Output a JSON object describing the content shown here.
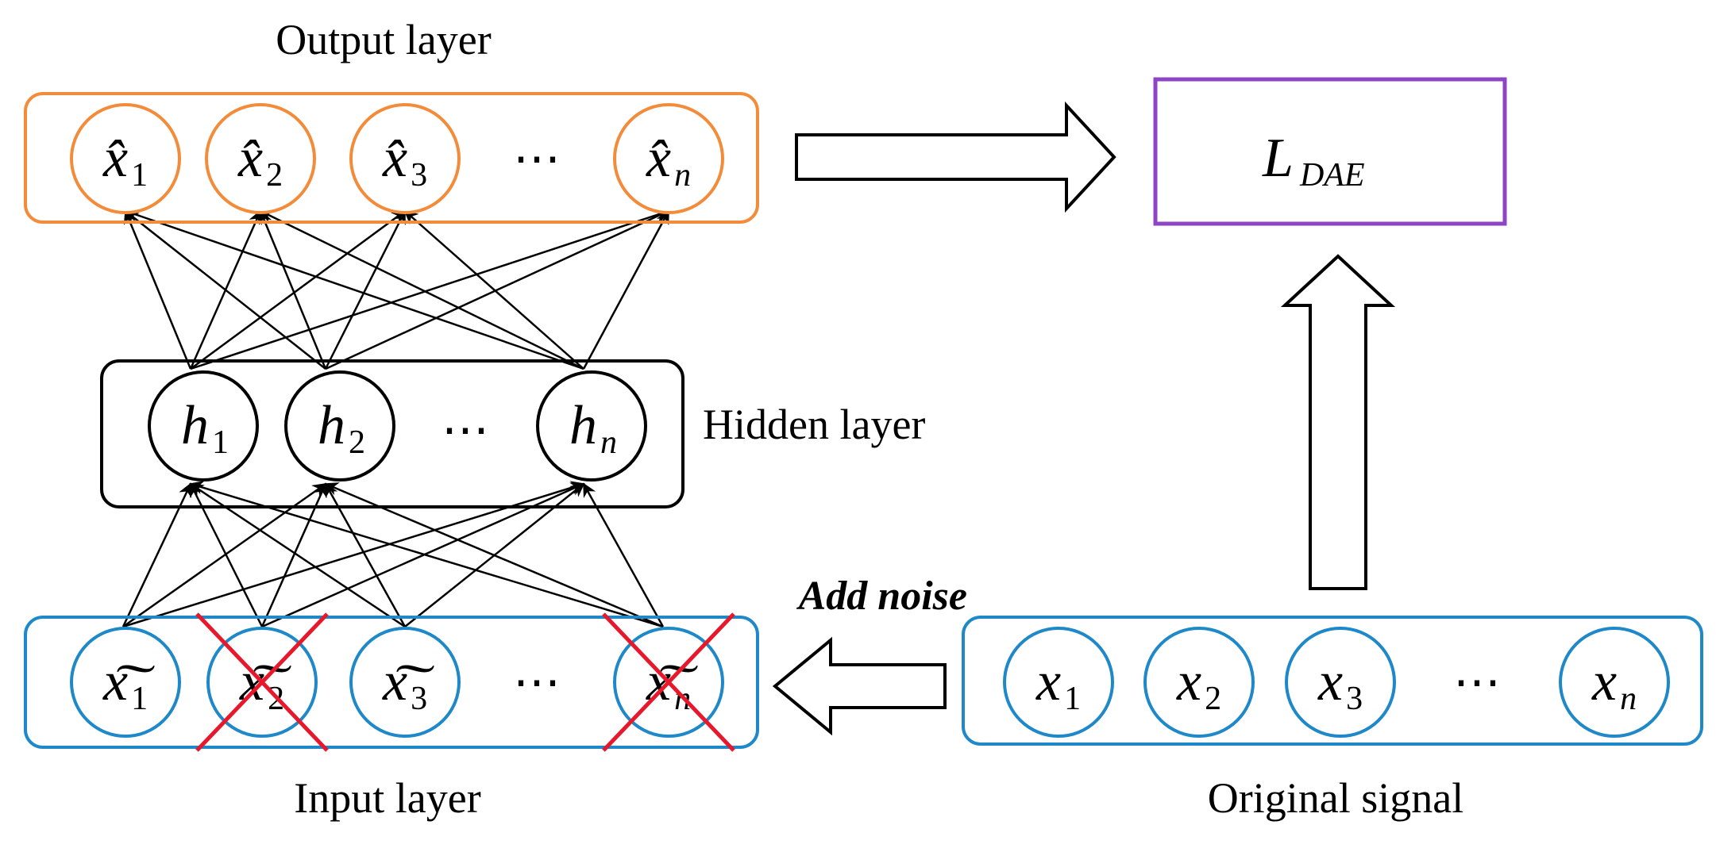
{
  "labels": {
    "output_layer": "Output layer",
    "hidden_layer": "Hidden layer",
    "input_layer": "Input layer",
    "original_signal": "Original signal",
    "add_noise": "Add noise",
    "loss_main": "L",
    "loss_sub": "DAE",
    "ellipsis": "⋯"
  },
  "output_nodes": [
    {
      "var": "x̂",
      "sub": "1"
    },
    {
      "var": "x̂",
      "sub": "2"
    },
    {
      "var": "x̂",
      "sub": "3"
    },
    {
      "var": "x̂",
      "sub": "n"
    }
  ],
  "hidden_nodes": [
    {
      "var": "h",
      "sub": "1"
    },
    {
      "var": "h",
      "sub": "2"
    },
    {
      "var": "h",
      "sub": "n"
    }
  ],
  "input_nodes": [
    {
      "var": "x͠",
      "sub": "1",
      "crossed": false
    },
    {
      "var": "x͠",
      "sub": "2",
      "crossed": true
    },
    {
      "var": "x͠",
      "sub": "3",
      "crossed": false
    },
    {
      "var": "x͠",
      "sub": "n",
      "crossed": true
    }
  ],
  "signal_nodes": [
    {
      "var": "x",
      "sub": "1"
    },
    {
      "var": "x",
      "sub": "2"
    },
    {
      "var": "x",
      "sub": "3"
    },
    {
      "var": "x",
      "sub": "n"
    }
  ],
  "colors": {
    "output": "#F28C3A",
    "input": "#1E88C8",
    "hidden": "#000000",
    "loss_box": "#8E44C4",
    "cross": "#E8182C"
  }
}
